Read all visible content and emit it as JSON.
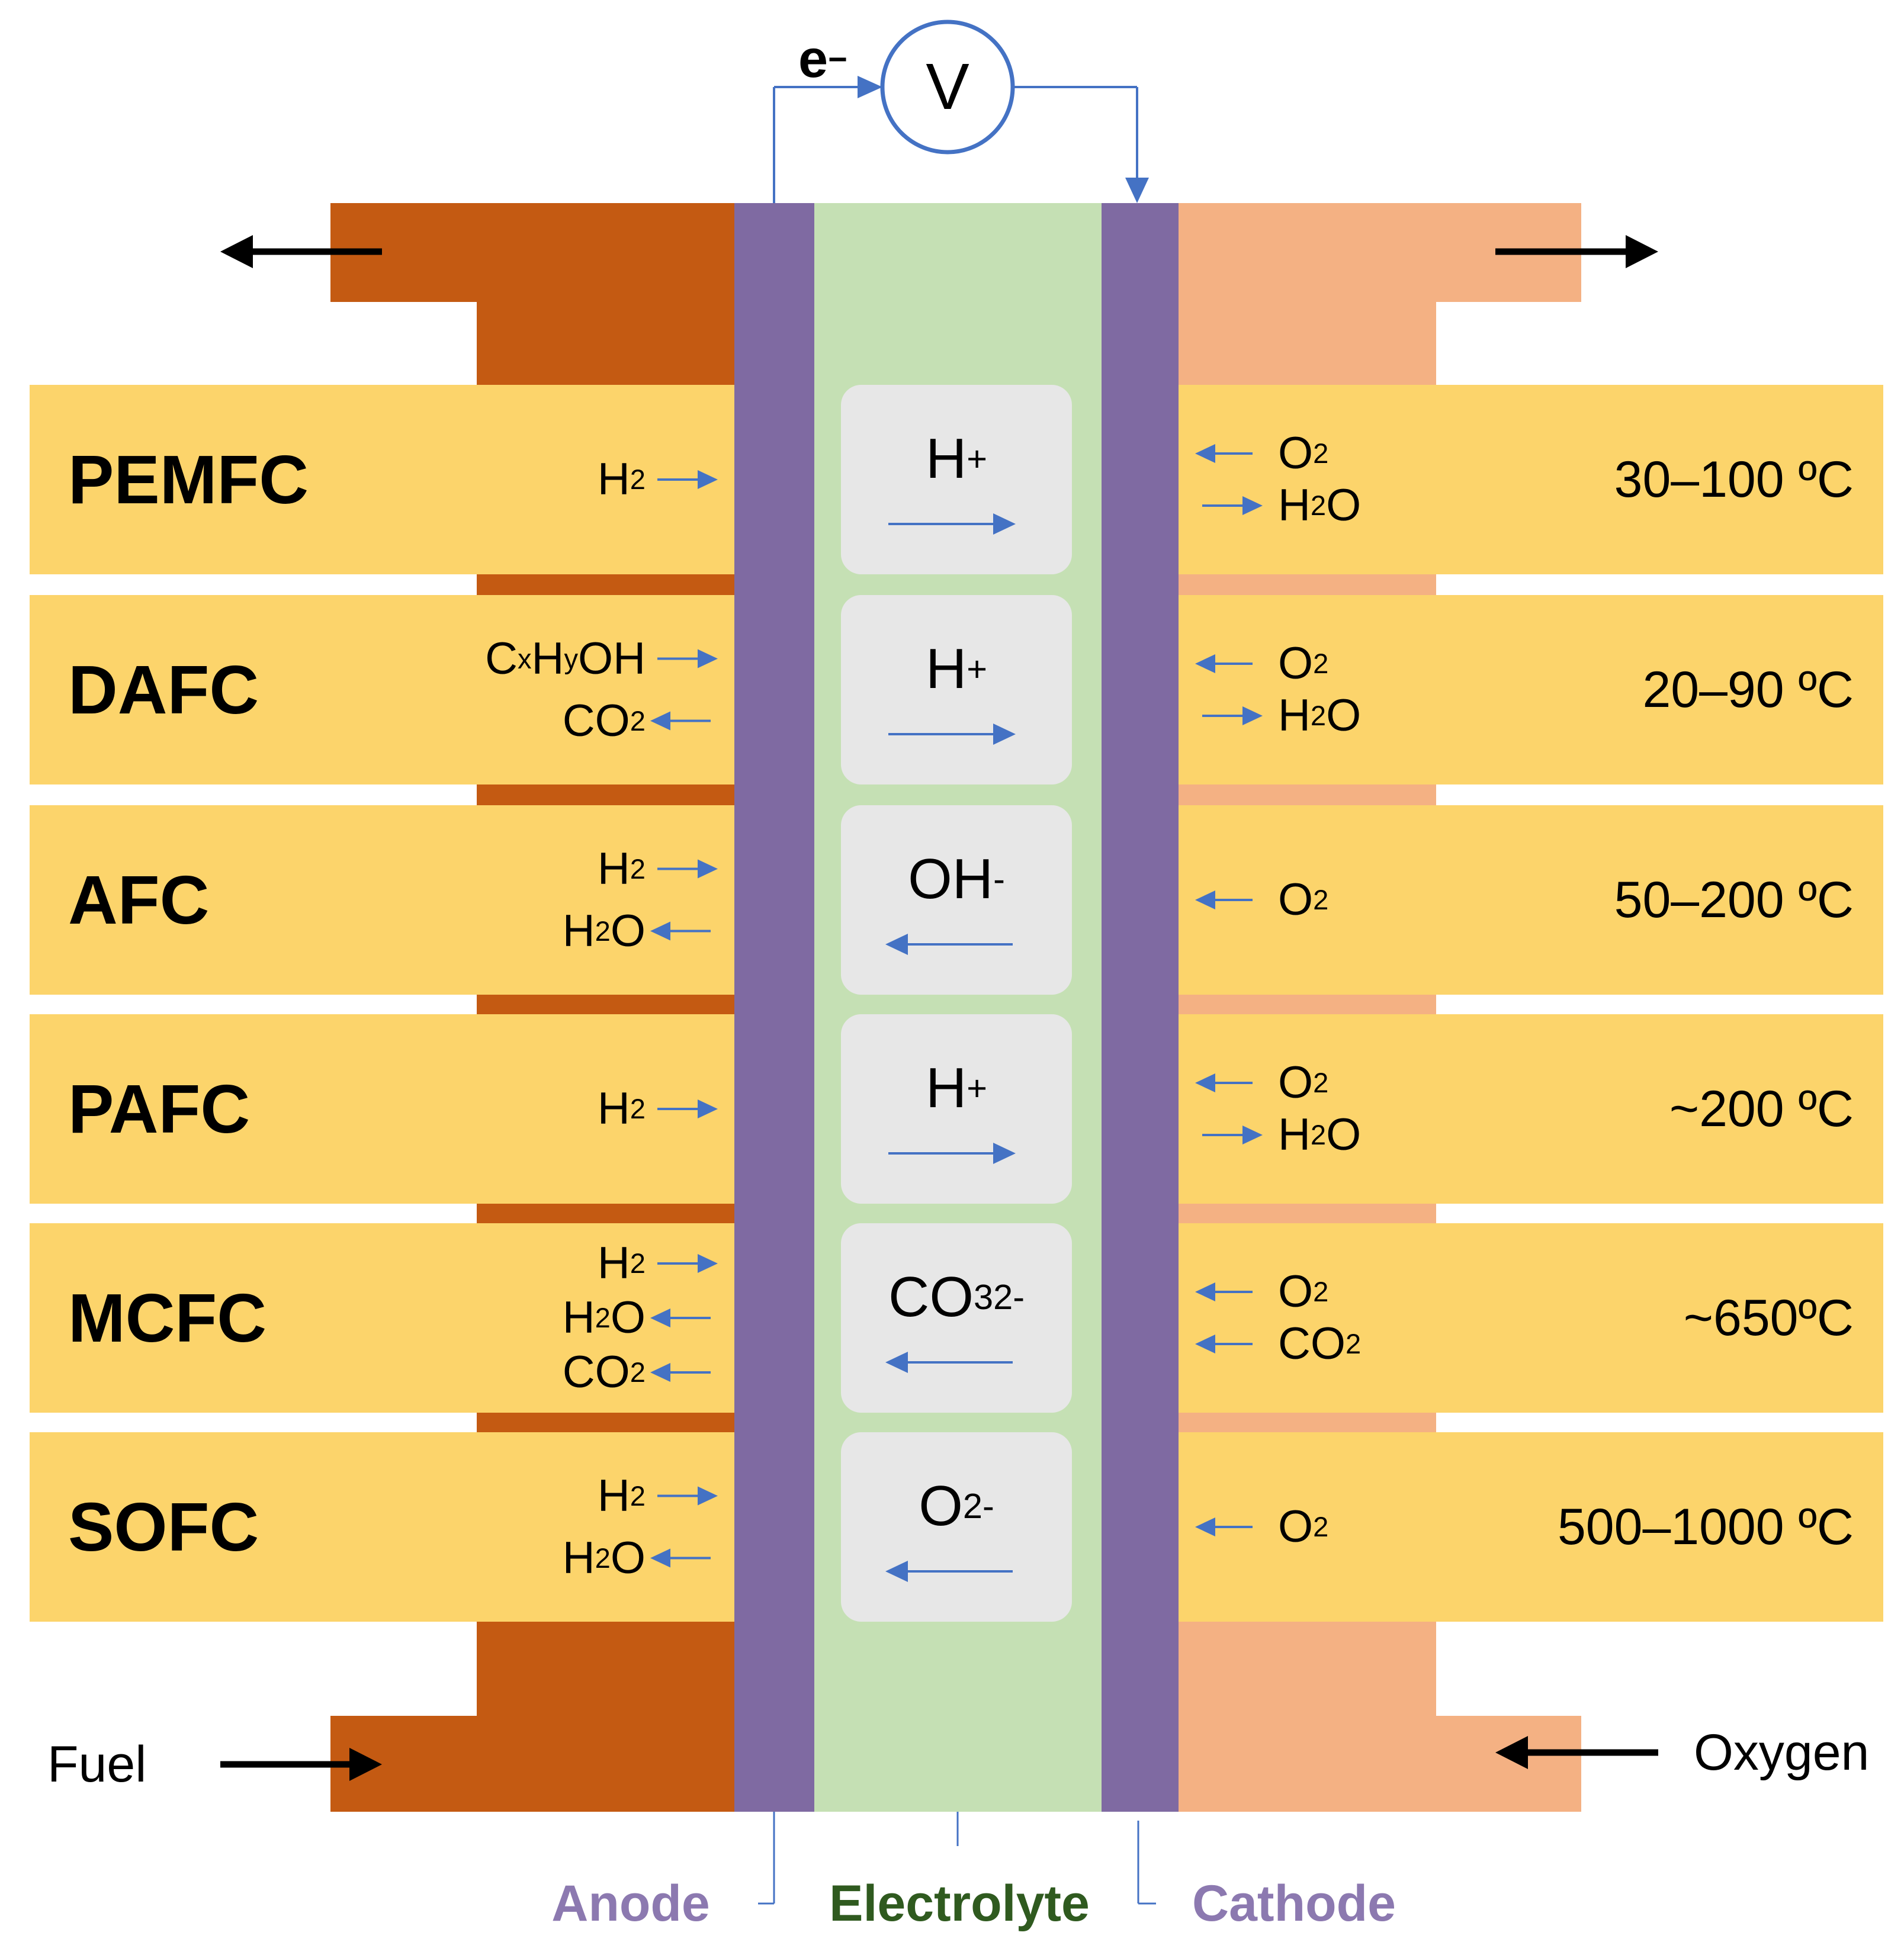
{
  "colors": {
    "anode_plate": "#c45a12",
    "cathode_plate": "#f4b183",
    "electrode": "#7f6aa2",
    "electrolyte": "#c5e0b4",
    "row_band": "#fcd46b",
    "ion_box": "#e7e7e7",
    "arrow_blue": "#4472c4",
    "anode_text": "#8c79b0",
    "electrolyte_text": "#2f5a1f",
    "cathode_text": "#8c79b0"
  },
  "circuit": {
    "electron_html": "e<sup>&minus;</sup>",
    "voltmeter": "V"
  },
  "io": {
    "fuel": "Fuel",
    "oxygen": "Oxygen"
  },
  "bottom_labels": {
    "anode": "Anode",
    "electrolyte": "Electrolyte",
    "cathode": "Cathode"
  },
  "rows": [
    {
      "name": "PEMFC",
      "temperature": "30–100 ºC",
      "anode_species": [
        {
          "html": "H<sub>2</sub>",
          "dir": "in"
        }
      ],
      "ion_html": "H<sup>+</sup>",
      "ion_dir": "right",
      "cathode_species": [
        {
          "html": "O<sub>2</sub>",
          "dir": "in"
        },
        {
          "html": "H<sub>2</sub>O",
          "dir": "out"
        }
      ]
    },
    {
      "name": "DAFC",
      "temperature": "20–90 ºC",
      "anode_species": [
        {
          "html": "C<sub>x</sub>H<sub>y</sub>OH",
          "dir": "in"
        },
        {
          "html": "CO<sub>2</sub>",
          "dir": "out"
        }
      ],
      "ion_html": "H<sup>+</sup>",
      "ion_dir": "right",
      "cathode_species": [
        {
          "html": "O<sub>2</sub>",
          "dir": "in"
        },
        {
          "html": "H<sub>2</sub>O",
          "dir": "out"
        }
      ]
    },
    {
      "name": "AFC",
      "temperature": "50–200 ºC",
      "anode_species": [
        {
          "html": "H<sub>2</sub>",
          "dir": "in"
        },
        {
          "html": "H<sub>2</sub>O",
          "dir": "out"
        }
      ],
      "ion_html": "OH<sup>-</sup>",
      "ion_dir": "left",
      "cathode_species": [
        {
          "html": "O<sub>2</sub>",
          "dir": "in"
        }
      ]
    },
    {
      "name": "PAFC",
      "temperature": "~200 ºC",
      "anode_species": [
        {
          "html": "H<sub>2</sub>",
          "dir": "in"
        }
      ],
      "ion_html": "H<sup>+</sup>",
      "ion_dir": "right",
      "cathode_species": [
        {
          "html": "O<sub>2</sub>",
          "dir": "in"
        },
        {
          "html": "H<sub>2</sub>O",
          "dir": "out"
        }
      ]
    },
    {
      "name": "MCFC",
      "temperature": "~650ºC",
      "anode_species": [
        {
          "html": "H<sub>2</sub>",
          "dir": "in"
        },
        {
          "html": "H<sub>2</sub>O",
          "dir": "out"
        },
        {
          "html": "CO<sub>2</sub>",
          "dir": "out"
        }
      ],
      "ion_html": "CO<sub>3</sub><sup>2-</sup>",
      "ion_dir": "left",
      "cathode_species": [
        {
          "html": "O<sub>2</sub>",
          "dir": "in"
        },
        {
          "html": "CO<sub>2</sub>",
          "dir": "in"
        }
      ]
    },
    {
      "name": "SOFC",
      "temperature": "500–1000 ºC",
      "anode_species": [
        {
          "html": "H<sub>2</sub>",
          "dir": "in"
        },
        {
          "html": "H<sub>2</sub>O",
          "dir": "out"
        }
      ],
      "ion_html": "O<sup>2-</sup>",
      "ion_dir": "left",
      "cathode_species": [
        {
          "html": "O<sub>2</sub>",
          "dir": "in"
        }
      ]
    }
  ]
}
